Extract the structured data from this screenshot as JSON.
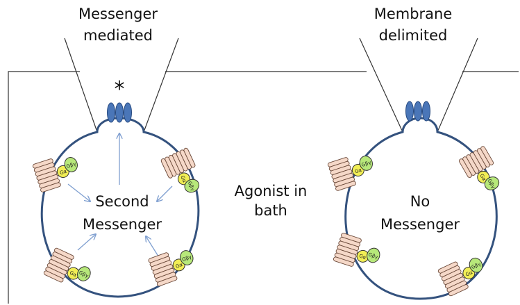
{
  "colors": {
    "membrane": "#34527e",
    "channel": "#4a76b8",
    "channel_stroke": "#274a80",
    "receptor_fill": "#f5d8c8",
    "receptor_stroke": "#6b4a3a",
    "g_alpha": "#f1ee55",
    "g_betagamma": "#b7e87a",
    "arrow": "#7f9fd0",
    "line": "#333333"
  },
  "labels": {
    "left_title_1": "Messenger",
    "left_title_2": "mediated",
    "right_title_1": "Membrane",
    "right_title_2": "delimited",
    "asterisk": "*",
    "center_1": "Agonist in",
    "center_2": "bath",
    "left_cell_1": "Second",
    "left_cell_2": "Messenger",
    "right_cell_1": "No",
    "right_cell_2": "Messenger"
  },
  "protein_labels": {
    "alpha": "Gα",
    "betagamma": "Gβγ"
  }
}
